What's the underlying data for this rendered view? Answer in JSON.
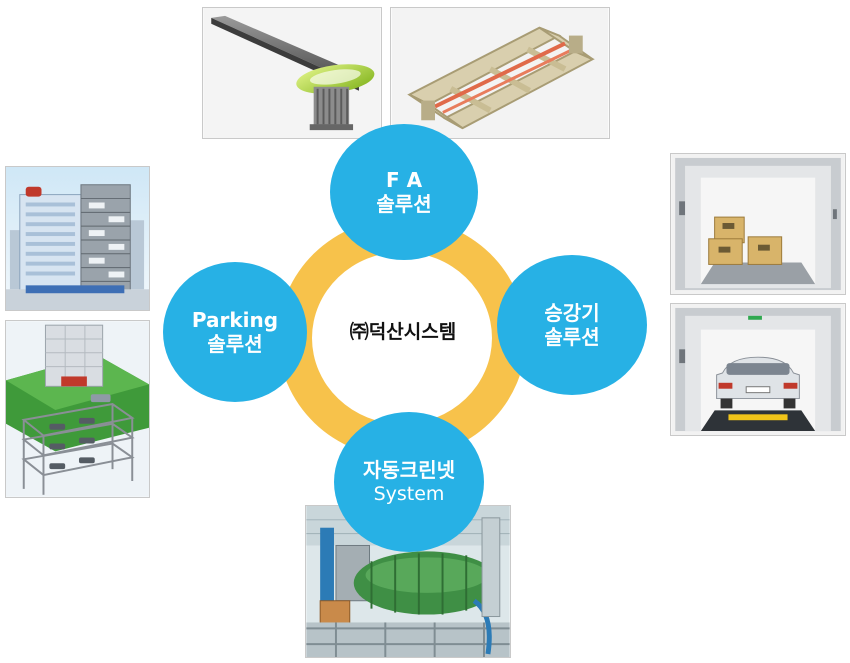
{
  "center": {
    "label": "㈜덕산시스템"
  },
  "nodes": {
    "fa": {
      "line1": "F A",
      "line2": "솔루션"
    },
    "parking": {
      "line1": "Parking",
      "line2": "솔루션"
    },
    "lift": {
      "line1": "승강기",
      "line2": "솔루션"
    },
    "clean": {
      "line1": "자동크린넷",
      "line2": "System"
    }
  },
  "colors": {
    "node_fill": "#27b1e5",
    "ring": "#f7c24b",
    "node_text": "#ffffff",
    "center_text": "#111111"
  },
  "photos": [
    "fa-overhead-rail-photo",
    "fa-transfer-frame-photo",
    "parking-tower-photo",
    "parking-structure-photo",
    "freight-elevator-photo",
    "car-elevator-photo",
    "clean-net-facility-photo"
  ]
}
